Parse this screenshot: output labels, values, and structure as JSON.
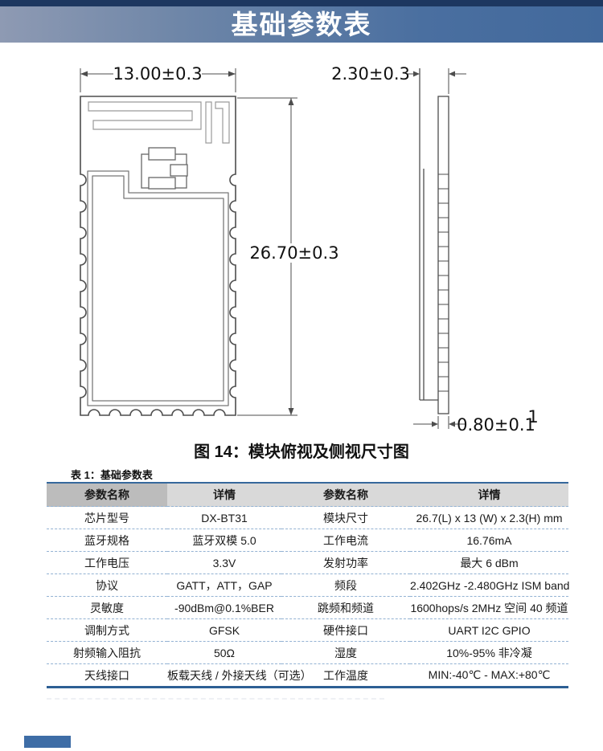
{
  "banner": {
    "title": "基础参数表"
  },
  "drawing": {
    "dim_width": "13.00±0.3",
    "dim_height": "26.70±0.3",
    "dim_thickness": "2.30±0.3",
    "dim_pad": "0.80±0.1",
    "dim_pad_note": "1"
  },
  "figure_caption": "图 14：模块俯视及侧视尺寸图",
  "table": {
    "label": "表 1：基础参数表",
    "headers": [
      "参数名称",
      "详情",
      "参数名称",
      "详情"
    ],
    "rows": [
      [
        "芯片型号",
        "DX-BT31",
        "模块尺寸",
        "26.7(L) x 13 (W) x 2.3(H) mm"
      ],
      [
        "蓝牙规格",
        "蓝牙双模 5.0",
        "工作电流",
        "16.76mA"
      ],
      [
        "工作电压",
        "3.3V",
        "发射功率",
        "最大 6 dBm"
      ],
      [
        "协议",
        "GATT，ATT，GAP",
        "频段",
        "2.402GHz -2.480GHz ISM band"
      ],
      [
        "灵敏度",
        "-90dBm@0.1%BER",
        "跳频和频道",
        "1600hops/s 2MHz 空间 40 频道"
      ],
      [
        "调制方式",
        "GFSK",
        "硬件接口",
        "UART I2C GPIO"
      ],
      [
        "射频输入阻抗",
        "50Ω",
        "湿度",
        "10%-95% 非冷凝"
      ],
      [
        "天线接口",
        "板载天线 / 外接天线（可选）",
        "工作温度",
        "MIN:-40℃ - MAX:+80℃"
      ]
    ]
  },
  "colors": {
    "banner_navy": "#1d3760",
    "banner_blue": "#42699c",
    "table_border_blue": "#2d5f94",
    "header_cell_dark": "#bcbcbc",
    "header_cell_light": "#d9d9d9"
  }
}
